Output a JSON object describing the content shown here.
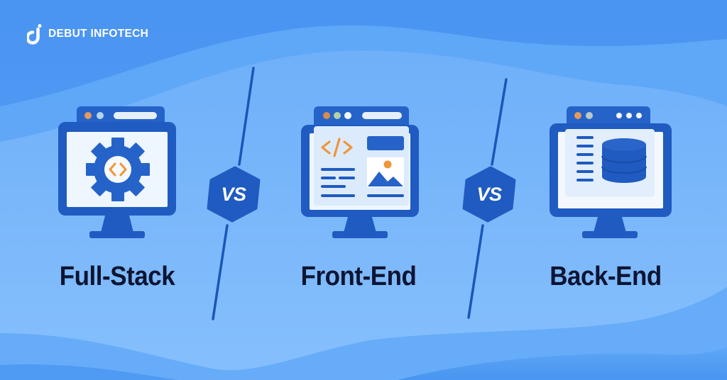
{
  "brand": {
    "name": "DEBUT INFOTECH",
    "logo_icon": "debut-infotech-logo-icon"
  },
  "colors": {
    "background_top": "#4d97f3",
    "background_mid": "#7db8fb",
    "wave_light": "#8cc2fc",
    "monitor_dark": "#1f5bc0",
    "monitor_frame": "#2563c8",
    "screen_bg": "#eef6ff",
    "accent_orange": "#f0953a",
    "label_text": "#0c1533",
    "vs_badge": "#1f5bc0",
    "divider": "#1a56b8"
  },
  "panels": [
    {
      "label": "Full-Stack",
      "icon": "gear-code-icon",
      "description": "Monitor showing a gear with code brackets"
    },
    {
      "label": "Front-End",
      "icon": "web-layout-icon",
      "description": "Monitor showing code tag, text lines and image placeholder"
    },
    {
      "label": "Back-End",
      "icon": "database-icon",
      "description": "Monitor showing list lines and a database cylinder"
    }
  ],
  "separators": [
    {
      "text": "VS"
    },
    {
      "text": "VS"
    }
  ]
}
